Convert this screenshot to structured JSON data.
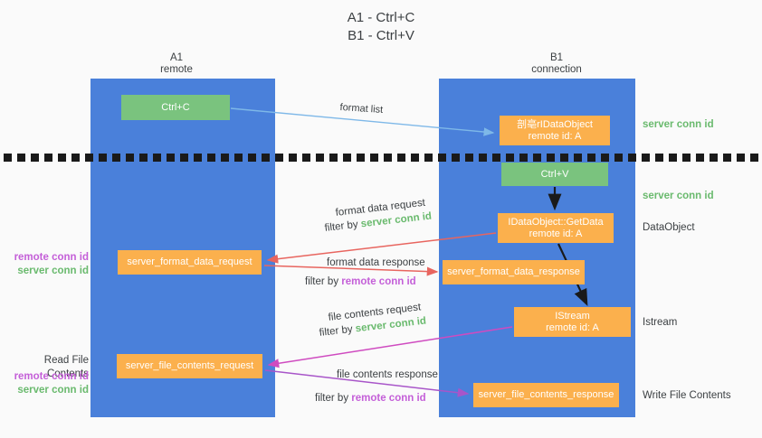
{
  "title": "A1 - Ctrl+C\nB1 - Ctrl+V",
  "columns": {
    "a1": "A1\nremote",
    "b1": "B1\nconnection"
  },
  "nodes": {
    "ctrl_c": "Ctrl+C",
    "data_object": "剖亳rIDataObject\nremote id: A",
    "ctrl_v": "Ctrl+V",
    "get_data": "IDataObject::GetData\nremote id: A",
    "format_data_request": "server_format_data_request",
    "format_data_response": "server_format_data_response",
    "istream": "IStream\nremote id: A",
    "file_contents_request": "server_file_contents_request",
    "file_contents_response": "server_file_contents_response"
  },
  "side_notes": {
    "server_conn_id_top": "server conn id",
    "server_conn_id_mid": "server conn id",
    "data_object": "DataObject",
    "istream": "Istream",
    "write_file_contents": "Write File Contents",
    "read_file_contents": "Read File Contents",
    "remote_conn_id": "remote conn id",
    "server_conn_id": "server conn id"
  },
  "edge_labels": {
    "format_list": "format list",
    "format_data_request": "format data request",
    "format_data_request_filter_prefix": "filter by ",
    "format_data_request_filter_key": "server conn id",
    "format_data_response": "format data response",
    "format_data_response_filter_prefix": "filter by ",
    "format_data_response_filter_key": "remote conn id",
    "file_contents_request": "file contents request",
    "file_contents_request_filter_prefix": "filter by ",
    "file_contents_request_filter_key": "server conn id",
    "file_contents_response": "file contents response",
    "file_contents_response_filter_prefix": "filter by ",
    "file_contents_response_filter_key": "remote conn id"
  },
  "colors": {
    "lane_blue": "#4a80da",
    "node_green": "#7ac37e",
    "node_orange": "#fbb04d",
    "arrow_light_blue": "#7eb8e8",
    "arrow_red": "#e8655f",
    "arrow_magenta": "#cf4bc0",
    "arrow_purple": "#a855c9",
    "arrow_black": "#1a1a1a",
    "conn_server": "#6aba6e",
    "conn_remote": "#c45fd8",
    "background": "#fafafa"
  }
}
